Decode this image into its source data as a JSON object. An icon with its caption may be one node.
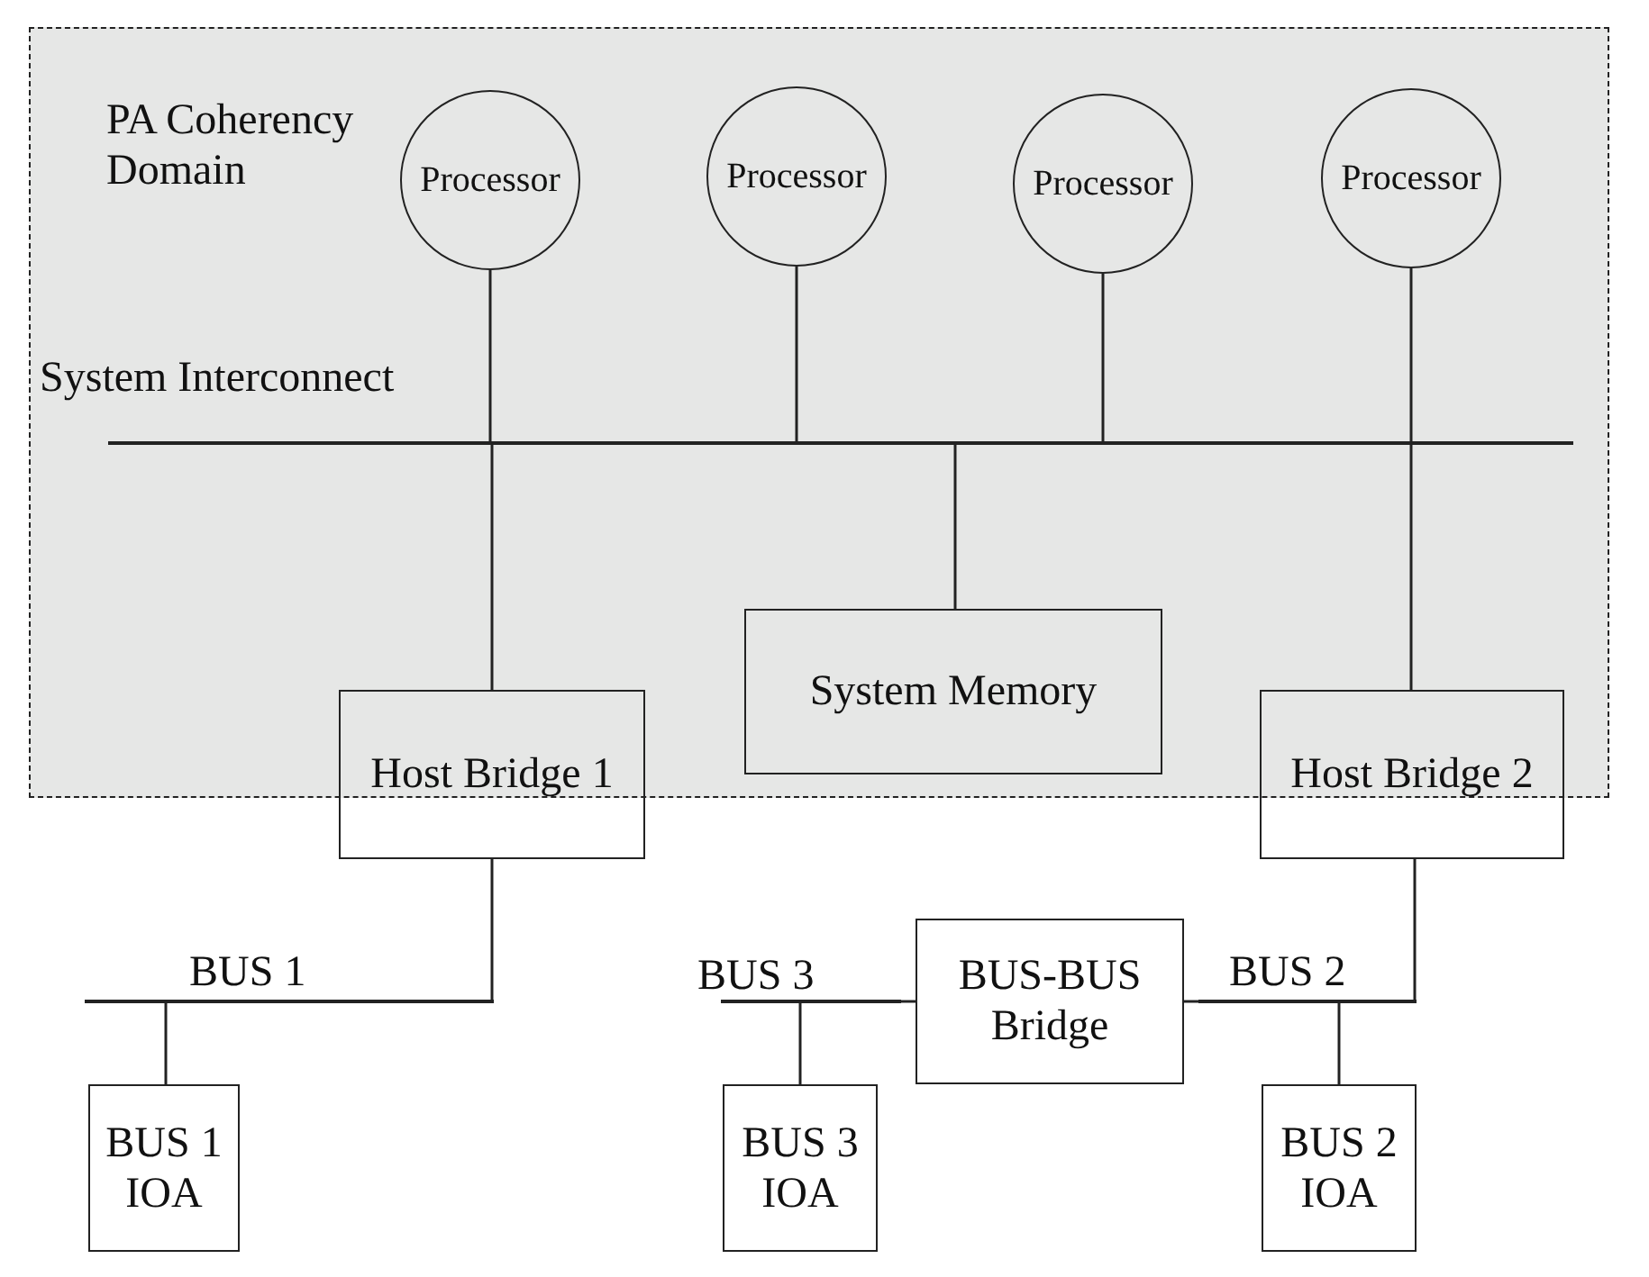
{
  "diagram": {
    "nodes": [
      {
        "text": [
          "PA Coherency Domain"
        ]
      },
      {
        "text": [
          "Processor"
        ],
        "in": 0
      },
      {
        "text": [
          "Processor"
        ],
        "in": 0
      },
      {
        "text": [
          "Processor"
        ],
        "in": 0
      },
      {
        "text": [
          "Processor"
        ],
        "in": 0
      },
      {
        "text": [],
        "shape": "bar",
        "beside": [
          "System Interconnect"
        ],
        "in": 0
      },
      {
        "text": [
          "System Memory"
        ],
        "in": 0
      },
      {
        "text": [
          "Host Bridge 1"
        ]
      },
      {
        "text": [
          "Host Bridge 2"
        ]
      },
      {
        "text": [],
        "shape": "bar",
        "beside": [
          "BUS 1"
        ]
      },
      {
        "text": [],
        "shape": "bar",
        "beside": [
          "BUS 3"
        ]
      },
      {
        "text": [
          "BUS-BUS Bridge"
        ]
      },
      {
        "text": [],
        "shape": "bar",
        "beside": [
          "BUS 2"
        ]
      },
      {
        "text": [
          "BUS 1 IOA"
        ]
      },
      {
        "text": [
          "BUS 3 IOA"
        ]
      },
      {
        "text": [
          "BUS 2 IOA"
        ]
      }
    ],
    "edges": [
      {
        "from": 1,
        "to": 5,
        "arrow": "none"
      },
      {
        "from": 2,
        "to": 5,
        "arrow": "none"
      },
      {
        "from": 3,
        "to": 5,
        "arrow": "none"
      },
      {
        "from": 4,
        "to": 5,
        "arrow": "none"
      },
      {
        "from": 5,
        "to": 6,
        "arrow": "none"
      },
      {
        "from": 5,
        "to": 7,
        "arrow": "none"
      },
      {
        "from": 5,
        "to": 8,
        "arrow": "none"
      },
      {
        "from": 7,
        "to": 9,
        "arrow": "none"
      },
      {
        "from": 8,
        "to": 12,
        "arrow": "none"
      },
      {
        "from": 12,
        "to": 11,
        "arrow": "none"
      },
      {
        "from": 11,
        "to": 10,
        "arrow": "none"
      },
      {
        "from": 9,
        "to": 13,
        "arrow": "none"
      },
      {
        "from": 10,
        "to": 14,
        "arrow": "none"
      },
      {
        "from": 12,
        "to": 15,
        "arrow": "none"
      }
    ]
  }
}
